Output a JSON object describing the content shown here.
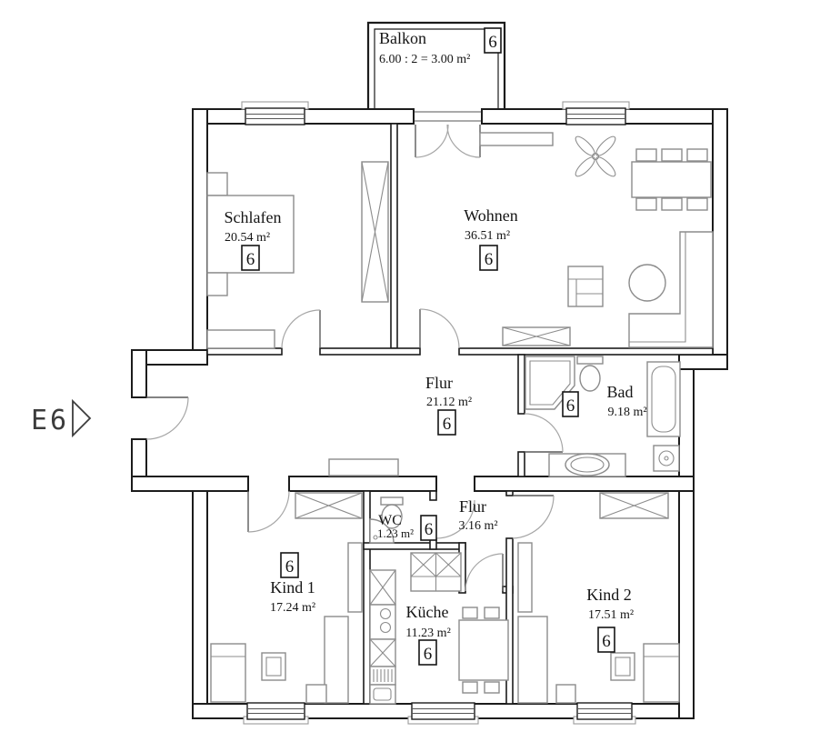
{
  "plan": {
    "unit_label": "E6",
    "unit_number": "6",
    "rooms": {
      "balkon": {
        "name": "Balkon",
        "area": "6.00 : 2 = 3.00 m²"
      },
      "schlafen": {
        "name": "Schlafen",
        "area": "20.54 m²"
      },
      "wohnen": {
        "name": "Wohnen",
        "area": "36.51 m²"
      },
      "flur": {
        "name": "Flur",
        "area": "21.12 m²"
      },
      "bad": {
        "name": "Bad",
        "area": "9.18 m²"
      },
      "wc": {
        "name": "WC",
        "area": "1.23 m²"
      },
      "flur2": {
        "name": "Flur",
        "area": "3.16 m²"
      },
      "kind1": {
        "name": "Kind 1",
        "area": "17.24 m²"
      },
      "kueche": {
        "name": "Küche",
        "area": "11.23 m²"
      },
      "kind2": {
        "name": "Kind 2",
        "area": "17.51 m²"
      }
    },
    "colors": {
      "wall": "#1c1c1c",
      "furniture": "#8c8c8c",
      "door_arc": "#a6a6a6",
      "text": "#151515"
    }
  }
}
